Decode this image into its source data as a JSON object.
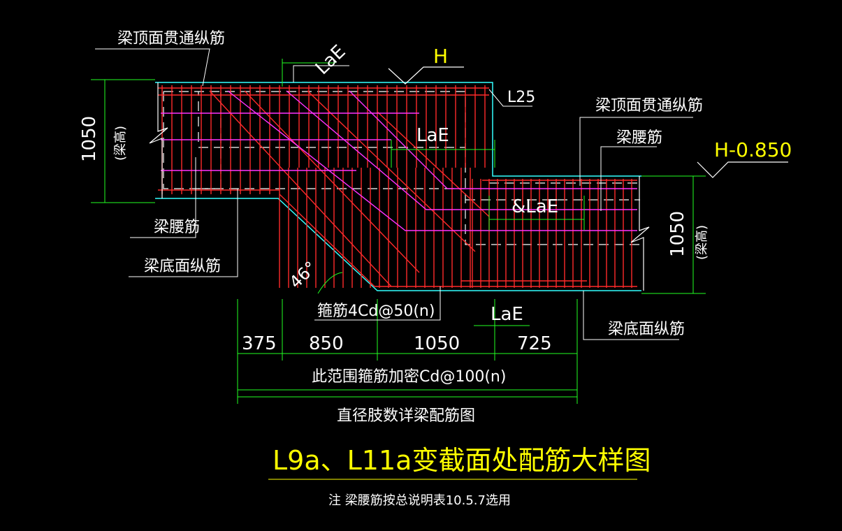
{
  "colors": {
    "background": "#000000",
    "rebar": "#ff2a2a",
    "waist_bar": "#ff33ff",
    "outline": "#33ffff",
    "dimension": "#22ff22",
    "text": "#ffffff",
    "title": "#ffff00",
    "leader": "#ffffff"
  },
  "labels": {
    "top_left_top_bar": "梁顶面贯通纵筋",
    "left_height": "1050",
    "left_height_note": "(梁高)",
    "left_waist_bar": "梁腰筋",
    "left_bottom_bar": "梁底面纵筋",
    "lae_diag": "LaE",
    "elev_h": "H",
    "l25": "L25",
    "lae_mid": "LaE",
    "right_top_bar": "梁顶面贯通纵筋",
    "right_waist_bar": "梁腰筋",
    "elev_h2": "H-0.850",
    "and_lae": "&LaE",
    "right_height": "1050",
    "right_height_note": "(梁高)",
    "angle": "46°",
    "stirrup_note": "箍筋4Cd@50(n)",
    "lae_bottom": "LaE",
    "right_bottom_bar": "梁底面纵筋",
    "dim_375": "375",
    "dim_850": "850",
    "dim_1050": "1050",
    "dim_725": "725",
    "dense_stirrup_note": "此范围箍筋加密Cd@100(n)",
    "diameter_note": "直径肢数详梁配筋图",
    "main_title": "L9a、L11a变截面处配筋大样图",
    "footnote": "注 梁腰筋按总说明表10.5.7选用"
  }
}
